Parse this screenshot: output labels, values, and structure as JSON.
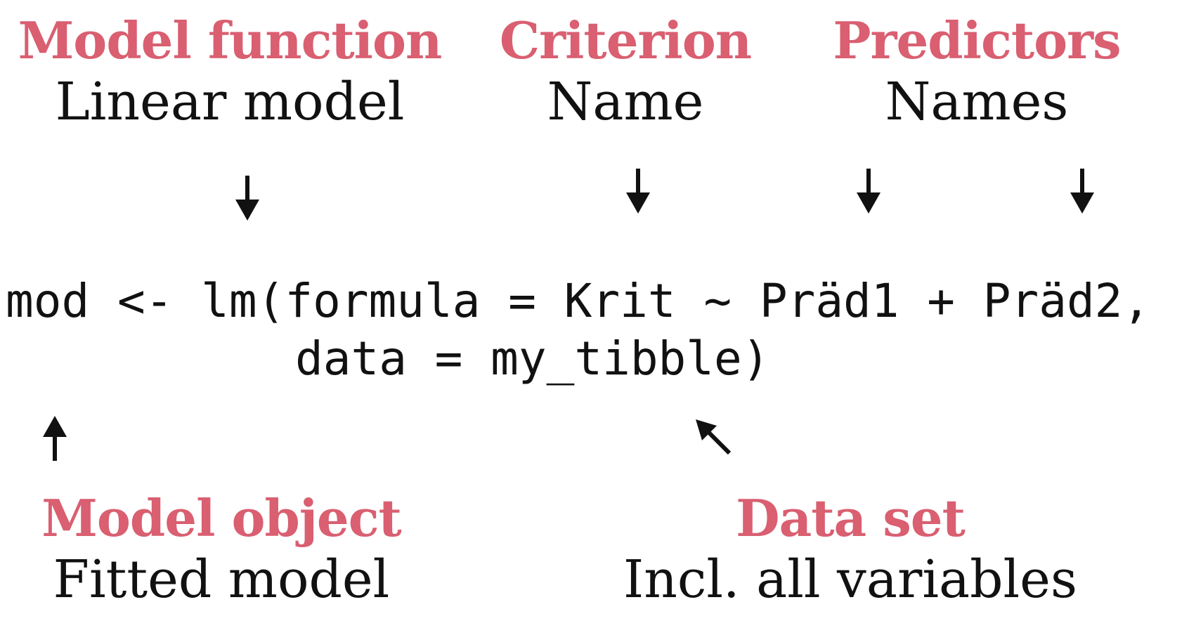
{
  "labels": {
    "model_function": {
      "heading": "Model function",
      "sub": "Linear model"
    },
    "criterion": {
      "heading": "Criterion",
      "sub": "Name"
    },
    "predictors": {
      "heading": "Predictors",
      "sub": "Names"
    },
    "model_object": {
      "heading": "Model object",
      "sub": "Fitted model"
    },
    "data_set": {
      "heading": "Data set",
      "sub": "Incl. all variables"
    }
  },
  "code": {
    "line1": "mod <- lm(formula = Krit ~ Präd1 + Präd2,",
    "line2": "data = my_tibble)"
  },
  "colors": {
    "heading": "#d95f71",
    "text": "#111111",
    "arrow": "#111111"
  }
}
